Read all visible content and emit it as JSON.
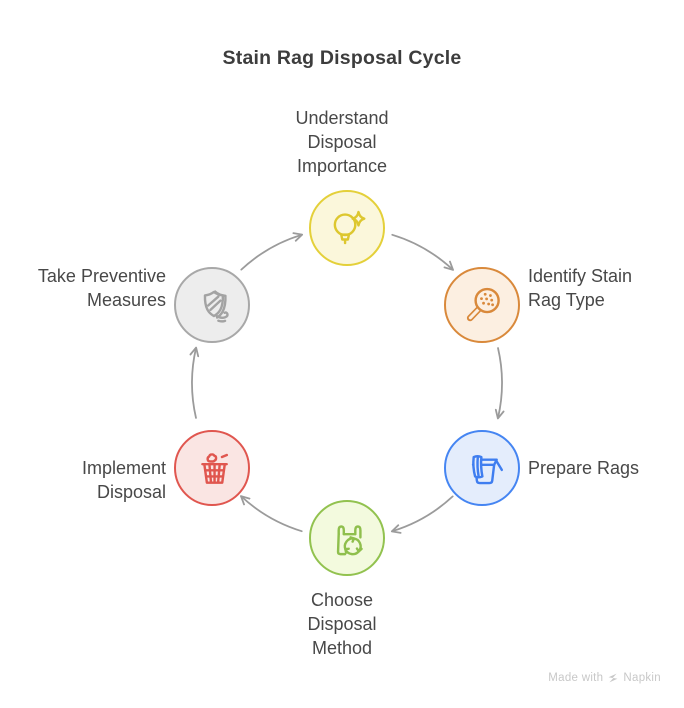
{
  "title": "Stain Rag Disposal Cycle",
  "nodes": {
    "understand": {
      "label": "Understand\nDisposal\nImportance",
      "icon": "lightbulb-sparkle-icon",
      "border": "#e4d03a",
      "fill": "#fbf7db"
    },
    "identify": {
      "label": "Identify Stain\nRag Type",
      "icon": "magnifier-icon",
      "border": "#d9893b",
      "fill": "#fcefe1"
    },
    "prepare": {
      "label": "Prepare Rags",
      "icon": "bucket-rag-icon",
      "border": "#4585f2",
      "fill": "#e4edfc"
    },
    "choose": {
      "label": "Choose\nDisposal\nMethod",
      "icon": "recycle-bag-icon",
      "border": "#92c24f",
      "fill": "#f3fade"
    },
    "implement": {
      "label": "Implement\nDisposal",
      "icon": "trash-basket-icon",
      "border": "#e0564f",
      "fill": "#fae5e3"
    },
    "take": {
      "label": "Take Preventive\nMeasures",
      "icon": "shield-wind-icon",
      "border": "#a8a8a8",
      "fill": "#ededed"
    }
  },
  "cycle_order": [
    "understand",
    "identify",
    "prepare",
    "choose",
    "implement",
    "take"
  ],
  "arrow_color": "#9b9b9b",
  "text_color": "#484848",
  "title_color": "#3d3d3d",
  "watermark": {
    "prefix": "Made with",
    "brand": "Napkin"
  }
}
